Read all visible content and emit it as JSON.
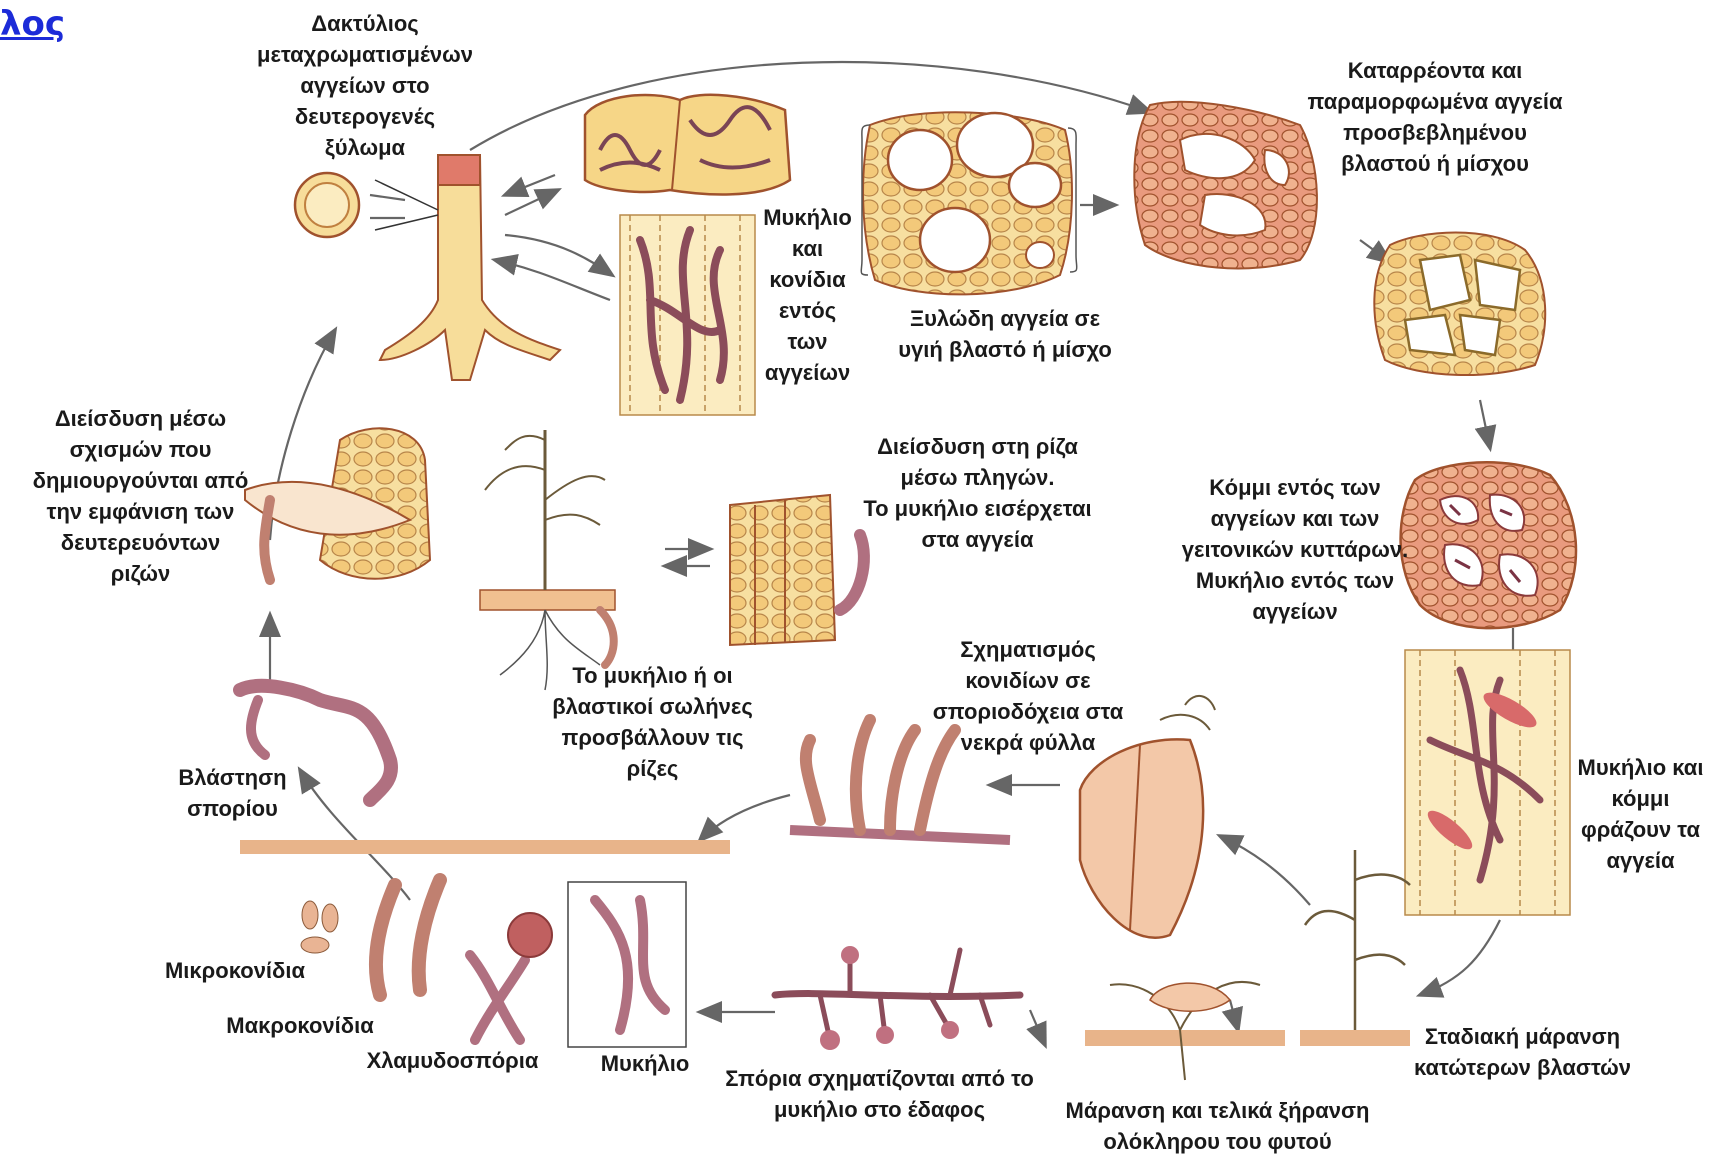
{
  "header": {
    "link_text": "λος"
  },
  "labels": {
    "ring": "Δακτύλιος\nμεταχρωματισμένων\nαγγείων στο\nδευτερογενές\nξύλωμα",
    "collapsing": "Καταρρέοντα και\nπαραμορφωμένα αγγεία\nπροσβεβλημένου\nβλαστού ή μίσχου",
    "mycelium_conidia": "Μυκήλιο\nκαι\nκονίδια\nεντός\nτων\nαγγείων",
    "healthy_vessels": "Ξυλώδη αγγεία σε\nυγιή βλαστό ή μίσχο",
    "penetration_cracks": "Διείσδυση μέσω\nσχισμών που\nδημιουργούνται από\nτην εμφάνιση των\nδευτερευόντων\nριζών",
    "root_wounds": "Διείσδυση στη ρίζα\nμέσω πληγών.\nΤο μυκήλιο εισέρχεται\nστα αγγεία",
    "gum": "Κόμμι εντός των\nαγγείων και των\nγειτονικών κυττάρων.\nΜυκήλιο εντός των\nαγγείων",
    "attack_roots": "Το μυκήλιο ή οι\nβλαστικοί σωλήνες\nπροσβάλλουν τις\nρίζες",
    "conidia_formation": "Σχηματισμός\nκονιδίων σε\nσποριοδόχεια στα\nνεκρά φύλλα",
    "blocking": "Μυκήλιο και\nκόμμι\nφράζουν τα\nαγγεία",
    "germination": "Βλάστηση\nσπορίου",
    "microconidia": "Μικροκονίδια",
    "macroconidia": "Μακροκονίδια",
    "chlamydospores": "Χλαμυδοσπόρια",
    "mycelium": "Μυκήλιο",
    "spores_soil": "Σπόρια σχηματίζονται από το\nμυκήλιο στο έδαφος",
    "wilting_death": "Μάρανση και τελικά ξήρανση\nολόκληρου του φυτού",
    "gradual_wilting": "Σταδιακή μάρανση\nκατώτερων βλαστών"
  },
  "colors": {
    "text": "#1a1a1a",
    "link": "#1c2bd8",
    "tissue_fill": "#f4c489",
    "tissue_stroke": "#a0522d",
    "healthy_cell": "#f5d98a",
    "hypha": "#8b4c5a",
    "diseased": "#d98870",
    "soil": "#e8b48a",
    "arrow": "#666666"
  }
}
